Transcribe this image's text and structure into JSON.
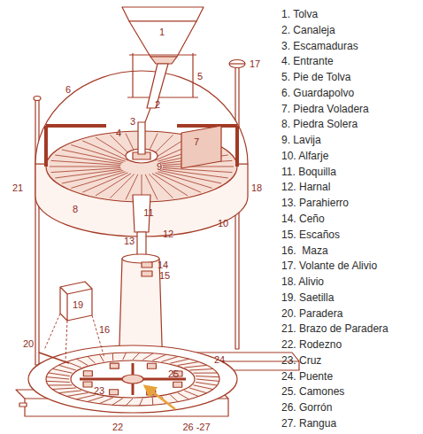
{
  "diagram": {
    "labels": [
      "1",
      "2",
      "3",
      "4",
      "5",
      "6",
      "7",
      "8",
      "9",
      "10",
      "11",
      "12",
      "13",
      "14",
      "15",
      "16",
      "17",
      "18",
      "19",
      "20",
      "21",
      "22",
      "23",
      "24",
      "25",
      "26 -27",
      "1. Tolva",
      "2. Canaleja",
      "3. Escamaduras",
      "4. Entrante",
      "5. Pie de Tolva",
      "6. Guardapolvo",
      "7. Piedra Voladera",
      "8. Piedra Solera",
      "9. Lavija",
      "10. Alfarje",
      "11. Boquilla",
      "12. Harnal",
      "13. Parahierro",
      "14. Ceño",
      "15. Escaños",
      "16.  Maza",
      "17. Volante de Alivio",
      "18. Alivio",
      "19. Saetilla",
      "20. Paradera",
      "21. Brazo de Paradera",
      "22. Rodezno",
      "23. Cruz",
      "24. Puente",
      "25. Camones",
      "26. Gorrón",
      "27. Rangua"
    ]
  }
}
